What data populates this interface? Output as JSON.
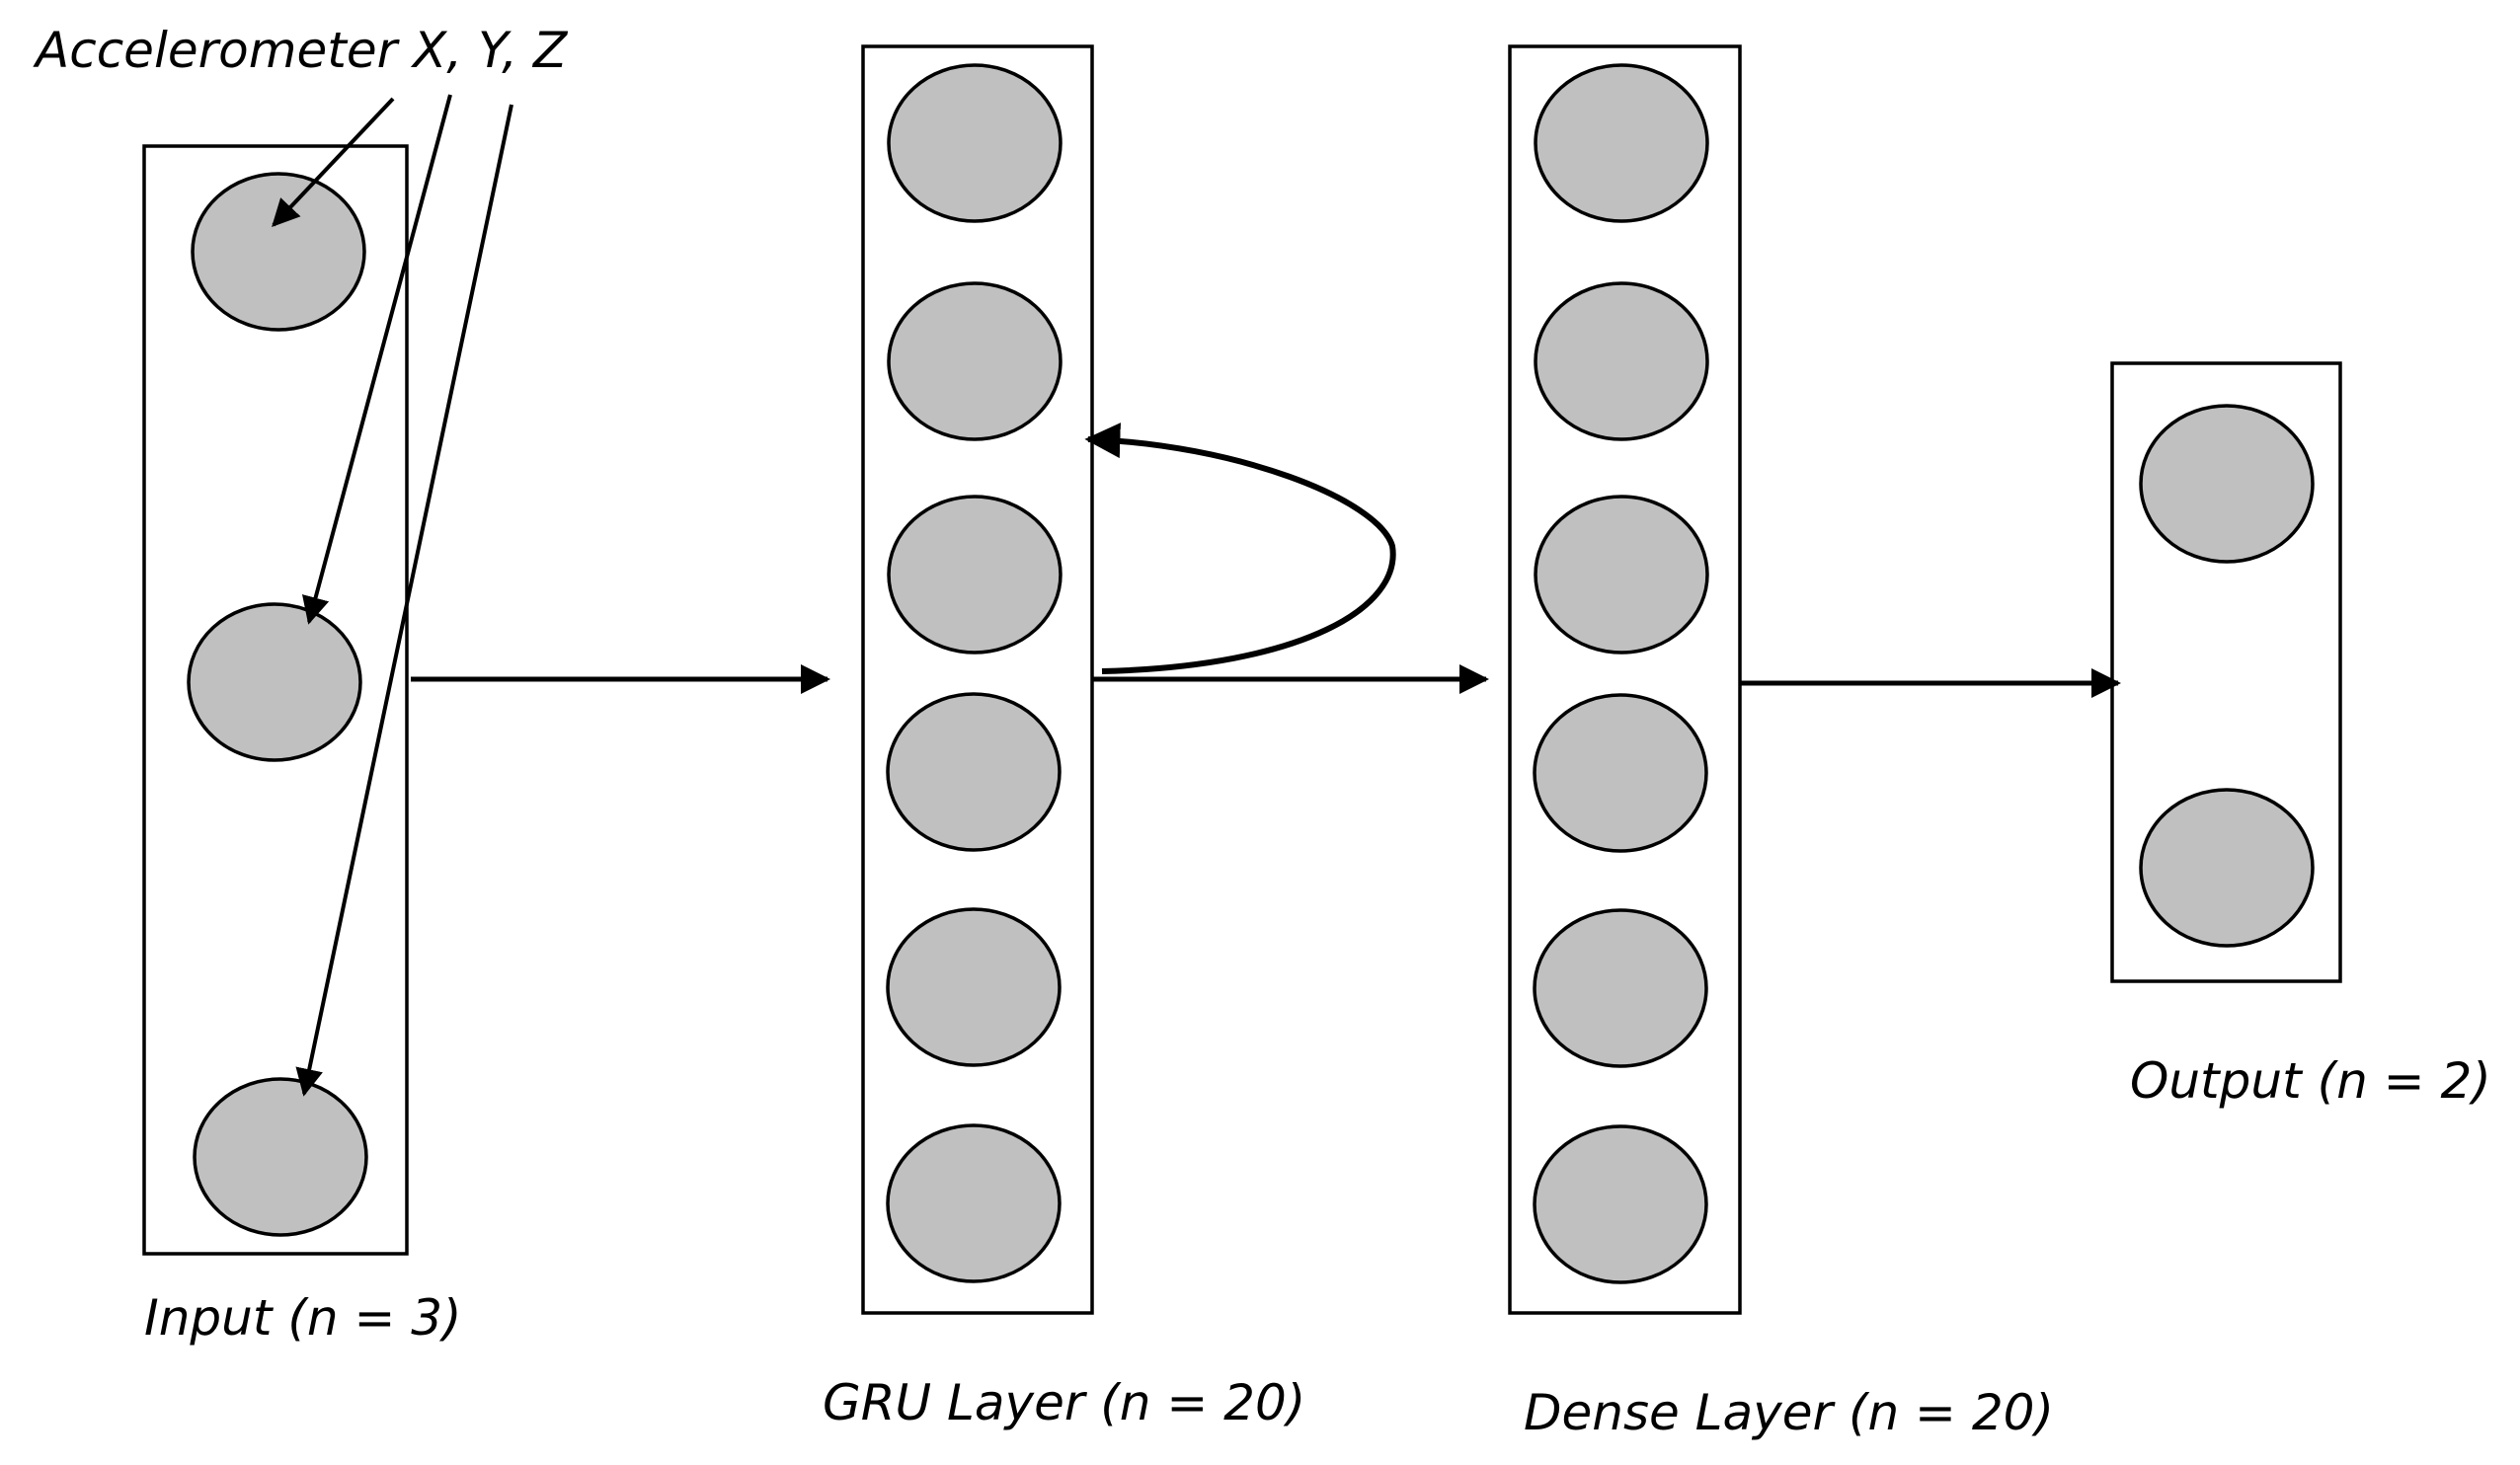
{
  "annotation": {
    "sensor_label": "Accelerometer X, Y, Z"
  },
  "layers": {
    "input": {
      "label": "Input (n = 3)",
      "node_count": 3
    },
    "gru": {
      "label": "GRU Layer (n = 20)",
      "node_count": 6
    },
    "dense": {
      "label": "Dense Layer (n = 20)",
      "node_count": 6
    },
    "output": {
      "label": "Output (n = 2)",
      "node_count": 2
    }
  },
  "colors": {
    "node_fill": "#c0c0c0",
    "stroke": "#000000",
    "background": "#ffffff"
  }
}
